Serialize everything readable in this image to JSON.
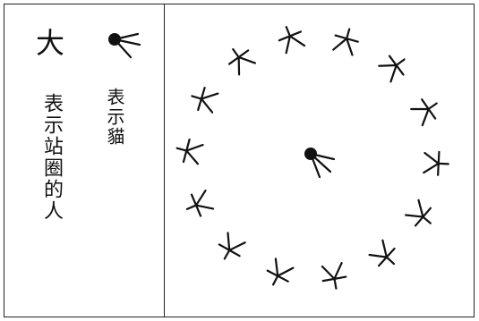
{
  "legend": {
    "person_symbol": "大",
    "person_label": "表示站圈的人",
    "cat_label": "表示貓"
  },
  "diagram": {
    "person_count": 14,
    "cat_count": 1,
    "arrangement": "circle",
    "cat_position": "center"
  },
  "icons": {
    "person": "person-symbol-icon",
    "cat": "cat-symbol-icon"
  }
}
